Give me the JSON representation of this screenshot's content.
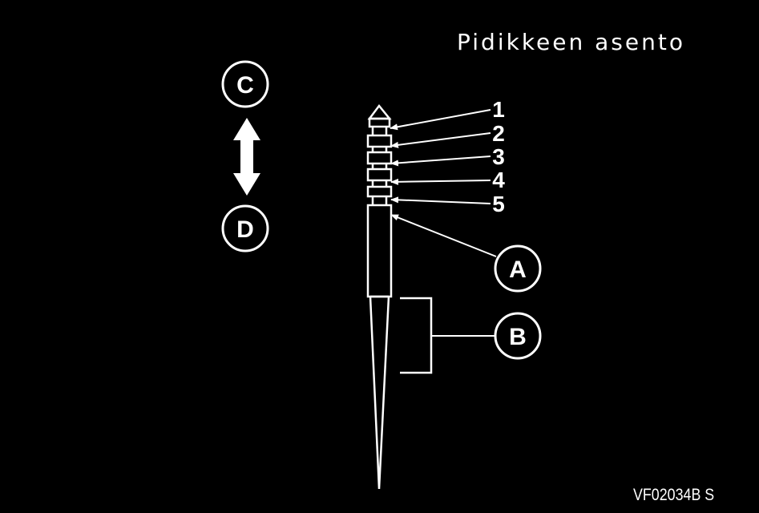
{
  "title": "Pidikkeen asento",
  "figure_code": "VF02034B   S",
  "colors": {
    "background": "#000000",
    "foreground": "#ffffff"
  },
  "positions": [
    "1",
    "2",
    "3",
    "4",
    "5"
  ],
  "callouts": {
    "a": "A",
    "b": "B",
    "c": "C",
    "d": "D"
  }
}
